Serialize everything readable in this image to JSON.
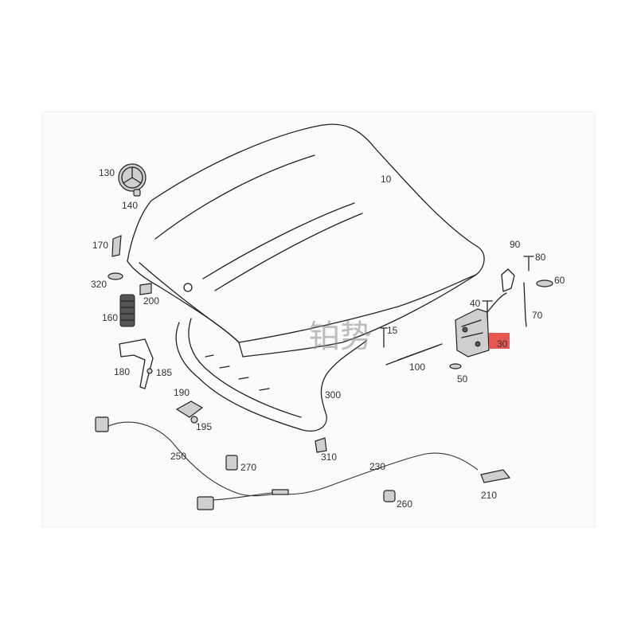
{
  "diagram": {
    "watermark": "铂势",
    "highlight_color": "#e53935",
    "callouts": [
      {
        "id": "10",
        "text": "10"
      },
      {
        "id": "130",
        "text": "130"
      },
      {
        "id": "140",
        "text": "140"
      },
      {
        "id": "170",
        "text": "170"
      },
      {
        "id": "320",
        "text": "320"
      },
      {
        "id": "200",
        "text": "200"
      },
      {
        "id": "160",
        "text": "160"
      },
      {
        "id": "180",
        "text": "180"
      },
      {
        "id": "185",
        "text": "185"
      },
      {
        "id": "190",
        "text": "190"
      },
      {
        "id": "195",
        "text": "195"
      },
      {
        "id": "15",
        "text": "15"
      },
      {
        "id": "100",
        "text": "100"
      },
      {
        "id": "300",
        "text": "300"
      },
      {
        "id": "310",
        "text": "310"
      },
      {
        "id": "250",
        "text": "250"
      },
      {
        "id": "270",
        "text": "270"
      },
      {
        "id": "230",
        "text": "230"
      },
      {
        "id": "260",
        "text": "260"
      },
      {
        "id": "210",
        "text": "210"
      },
      {
        "id": "90",
        "text": "90"
      },
      {
        "id": "80",
        "text": "80"
      },
      {
        "id": "60",
        "text": "60"
      },
      {
        "id": "40",
        "text": "40"
      },
      {
        "id": "70",
        "text": "70"
      },
      {
        "id": "30",
        "text": "30",
        "highlighted": true
      },
      {
        "id": "50",
        "text": "50"
      }
    ]
  }
}
